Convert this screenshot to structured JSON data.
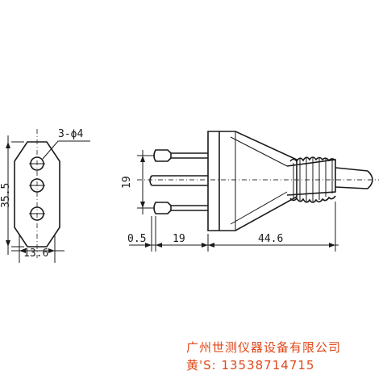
{
  "front_view": {
    "hole_callout": "3-ϕ4",
    "height_dim": "35.5",
    "width_dim": "13.6"
  },
  "side_view": {
    "pin_spacing_dim": "19",
    "pin_offset_dim": "0.5",
    "pin_length_dim": "19",
    "body_length_dim": "44.6"
  },
  "watermark": {
    "company": "广州世测仪器设备有限公司",
    "contact": "黄'S: 13538714715",
    "color": "#e0481a"
  }
}
